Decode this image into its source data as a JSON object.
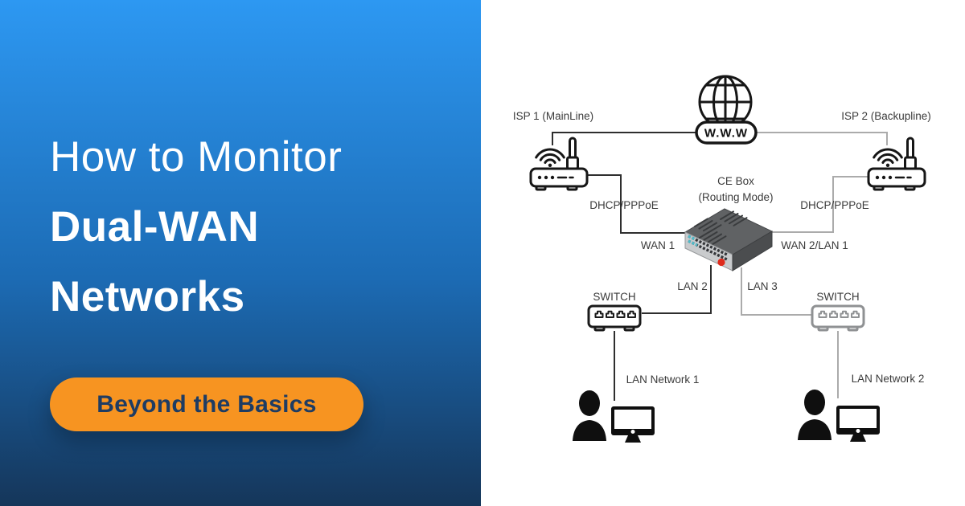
{
  "left_panel": {
    "title_line1": "How to Monitor",
    "title_line2": "Dual-WAN",
    "title_line3": "Networks",
    "cta_label": "Beyond the Basics"
  },
  "diagram": {
    "internet_label": "W.W.W",
    "isp1_label": "ISP 1 (MainLine)",
    "isp2_label": "ISP 2 (Backupline)",
    "dhcp_left_label": "DHCP/PPPoE",
    "dhcp_right_label": "DHCP/PPPoE",
    "ce_box_label_line1": "CE Box",
    "ce_box_label_line2": "(Routing Mode)",
    "wan1_label": "WAN 1",
    "wan2_label": "WAN 2/LAN 1",
    "lan2_label": "LAN 2",
    "lan3_label": "LAN 3",
    "switch1_label": "SWITCH",
    "switch2_label": "SWITCH",
    "lan_network1_label": "LAN Network 1",
    "lan_network2_label": "LAN Network 2"
  },
  "colors": {
    "gradient_top": "#2d98f2",
    "gradient_mid": "#1c6bb4",
    "gradient_bottom": "#15365a",
    "cta_bg": "#f79421",
    "cta_text": "#1e3c63",
    "title_text": "#ffffff",
    "diagram_primary": "#2e2e2e",
    "diagram_backup": "#ababab",
    "diagram_label": "#3b3b3b",
    "led_red": "#df2b1c"
  }
}
